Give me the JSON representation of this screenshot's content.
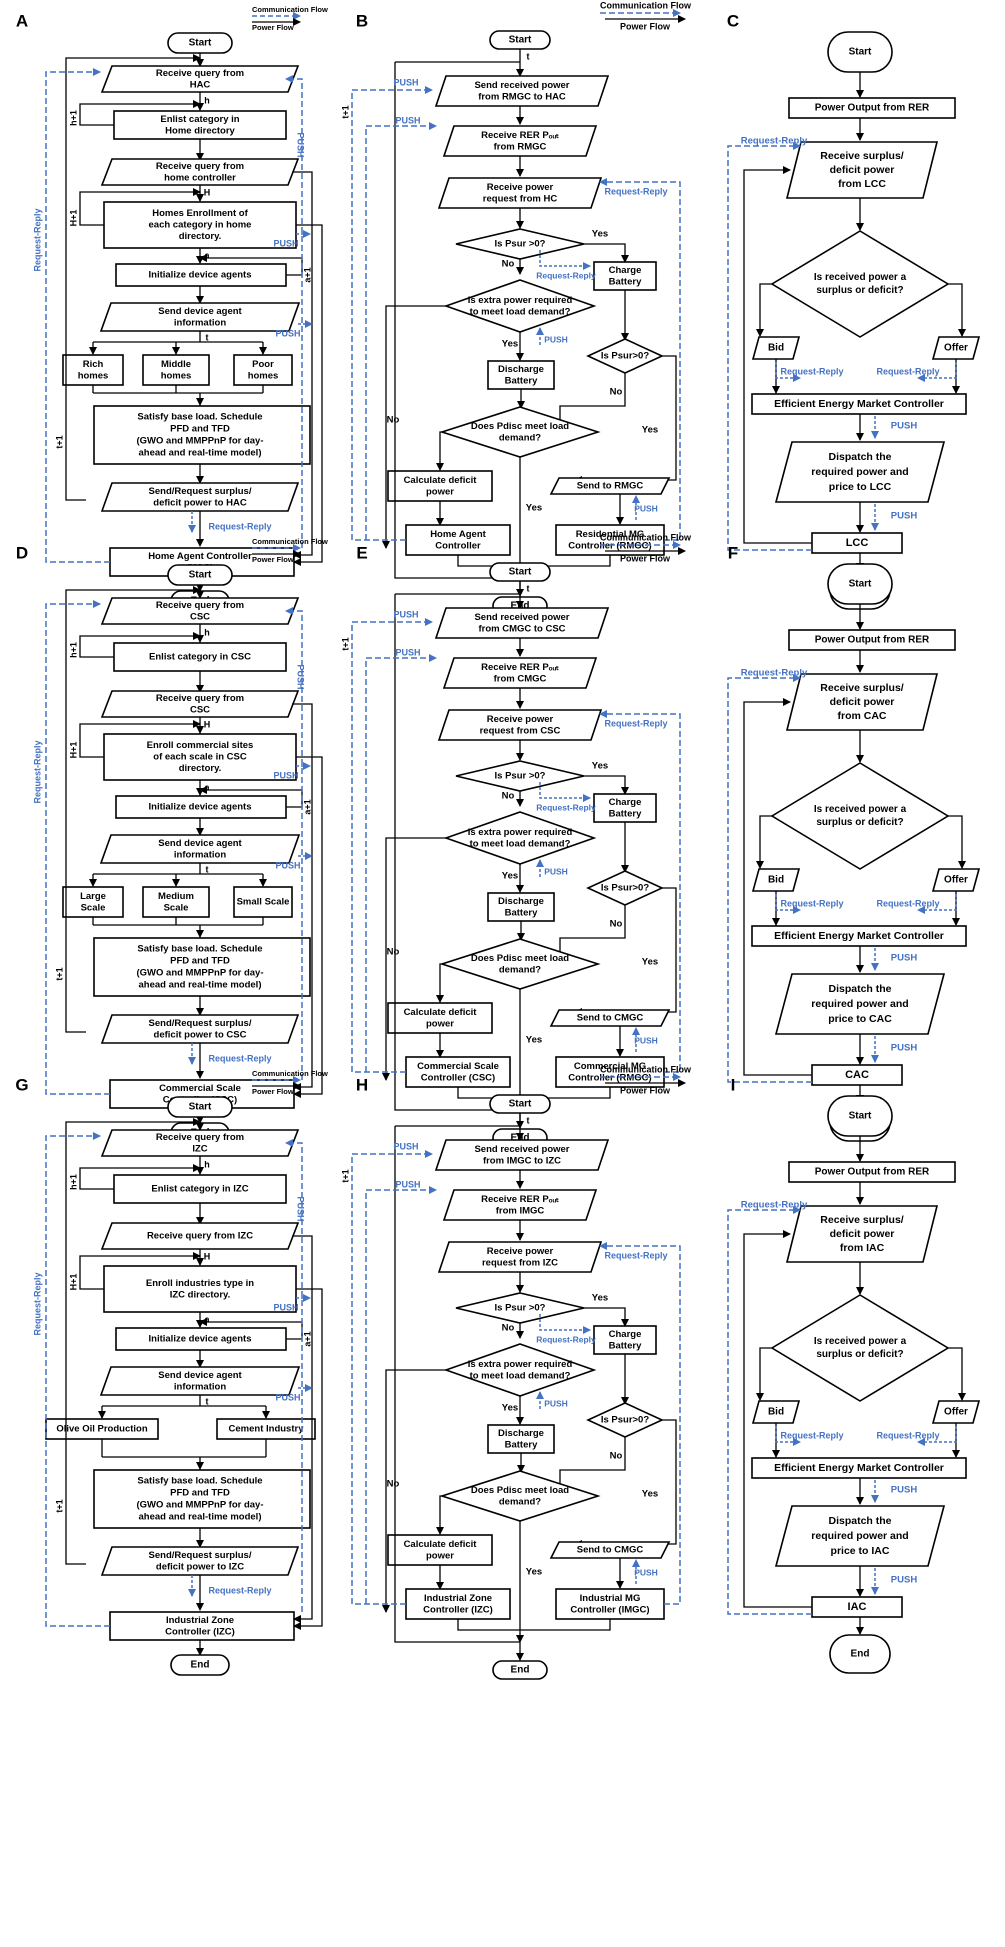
{
  "legend": {
    "communication": "Communication Flow",
    "power": "Power Flow"
  },
  "labels": {
    "push": "PUSH",
    "request_reply": "Request-Reply",
    "t": "t",
    "t1": "t+1",
    "h": "h",
    "h1": "h+1",
    "H": "H",
    "H1": "H+1",
    "a": "a",
    "a1": "a+1",
    "yes": "Yes",
    "no": "No",
    "start": "Start",
    "end": "End"
  },
  "panels": [
    {
      "letter": "A",
      "query_lines": [
        "Receive query from",
        "HAC"
      ],
      "enlist_lines": [
        "Enlist category in",
        "Home directory"
      ],
      "query2_lines": [
        "Receive query from",
        "home controller"
      ],
      "enroll_lines": [
        "Homes Enrollment of",
        "each category in home",
        "directory."
      ],
      "subs": [
        [
          "Rich",
          "homes"
        ],
        [
          "Middle",
          "homes"
        ],
        [
          "Poor",
          "homes"
        ]
      ],
      "sendreq_lines": [
        "Send/Request surplus/",
        "deficit power to HAC"
      ],
      "ctrl_lines": [
        "Home Agent Controller",
        "(HAC)"
      ]
    },
    {
      "letter": "D",
      "query_lines": [
        "Receive query from",
        "CSC"
      ],
      "enlist_lines": [
        "Enlist category in CSC"
      ],
      "query2_lines": [
        "Receive query from",
        "CSC"
      ],
      "enroll_lines": [
        "Enroll commercial sites",
        "of each scale in CSC",
        "directory."
      ],
      "subs": [
        [
          "Large",
          "Scale"
        ],
        [
          "Medium",
          "Scale"
        ],
        [
          "Small Scale"
        ]
      ],
      "sendreq_lines": [
        "Send/Request surplus/",
        "deficit power to CSC"
      ],
      "ctrl_lines": [
        "Commercial Scale",
        "Controller (CSC)"
      ]
    },
    {
      "letter": "G",
      "query_lines": [
        "Receive query from",
        "IZC"
      ],
      "enlist_lines": [
        "Enlist category in IZC"
      ],
      "query2_lines": [
        "Receive query from IZC"
      ],
      "enroll_lines": [
        "Enroll industries type in",
        "IZC directory."
      ],
      "subs": [
        [
          "Olive Oil Production"
        ],
        [
          "Cement Industry"
        ]
      ],
      "sendreq_lines": [
        "Send/Request surplus/",
        "deficit power to IZC"
      ],
      "ctrl_lines": [
        "Industrial Zone",
        "Controller (IZC)"
      ]
    },
    {
      "letter": "B",
      "sendrecv_lines": [
        "Send received power",
        "from RMGC to HAC"
      ],
      "rer_lines": [
        "Receive RER Pₒᵤₜ",
        "from RMGC"
      ],
      "powreq_lines": [
        "Receive power",
        "request from HC"
      ],
      "agent_lines": [
        "Home Agent",
        "Controller"
      ],
      "sendto": "Send to RMGC",
      "mg_lines": [
        "Residential MG",
        "Controller (RMGC)"
      ]
    },
    {
      "letter": "E",
      "sendrecv_lines": [
        "Send received power",
        "from CMGC to CSC"
      ],
      "rer_lines": [
        "Receive RER Pₒᵤₜ",
        "from CMGC"
      ],
      "powreq_lines": [
        "Receive power",
        "request from CSC"
      ],
      "agent_lines": [
        "Commercial Scale",
        "Controller (CSC)"
      ],
      "sendto": "Send to CMGC",
      "mg_lines": [
        "Commercial MG",
        "Controller (RMGC)"
      ]
    },
    {
      "letter": "H",
      "sendrecv_lines": [
        "Send received power",
        "from IMGC to IZC"
      ],
      "rer_lines": [
        "Receive RER Pₒᵤₜ",
        "from IMGC"
      ],
      "powreq_lines": [
        "Receive power",
        "request from IZC"
      ],
      "agent_lines": [
        "Industrial Zone",
        "Controller (IZC)"
      ],
      "sendto": "Send to CMGC",
      "mg_lines": [
        "Industrial MG",
        "Controller (IMGC)"
      ]
    },
    {
      "letter": "C",
      "surplus_lines": [
        "Receive surplus/",
        "deficit power",
        "from LCC"
      ],
      "dispatch_lines": [
        "Dispatch the",
        "required power and",
        "price to LCC"
      ],
      "ctrl": "LCC"
    },
    {
      "letter": "F",
      "surplus_lines": [
        "Receive surplus/",
        "deficit power",
        "from CAC"
      ],
      "dispatch_lines": [
        "Dispatch the",
        "required power and",
        "price to CAC"
      ],
      "ctrl": "CAC"
    },
    {
      "letter": "I",
      "surplus_lines": [
        "Receive surplus/",
        "deficit power",
        "from IAC"
      ],
      "dispatch_lines": [
        "Dispatch the",
        "required power and",
        "price to IAC"
      ],
      "ctrl": "IAC"
    }
  ],
  "common_left": {
    "init": "Initialize device agents",
    "sendagent_lines": [
      "Send device agent",
      "information"
    ],
    "satisfy_lines": [
      "Satisfy base load. Schedule",
      "PFD and TFD",
      "(GWO and MMPPnP for day-",
      "ahead and real-time model)"
    ]
  },
  "common_mid": {
    "is_psur": "Is Psur >0?",
    "charge_lines": [
      "Charge",
      "Battery"
    ],
    "extra_lines": [
      "Is extra power required",
      "to meet load demand?"
    ],
    "psur2": "Is Psur>0?",
    "discharge_lines": [
      "Discharge",
      "Battery"
    ],
    "pdisc_lines": [
      "Does Pdisc meet load",
      "demand?"
    ],
    "deficit_lines": [
      "Calculate deficit",
      "power"
    ]
  },
  "common_right": {
    "power_output": "Power Output from RER",
    "received_lines": [
      "Is received power a",
      "surplus or deficit?"
    ],
    "bid": "Bid",
    "offer": "Offer",
    "market": "Efficient Energy Market Controller"
  }
}
